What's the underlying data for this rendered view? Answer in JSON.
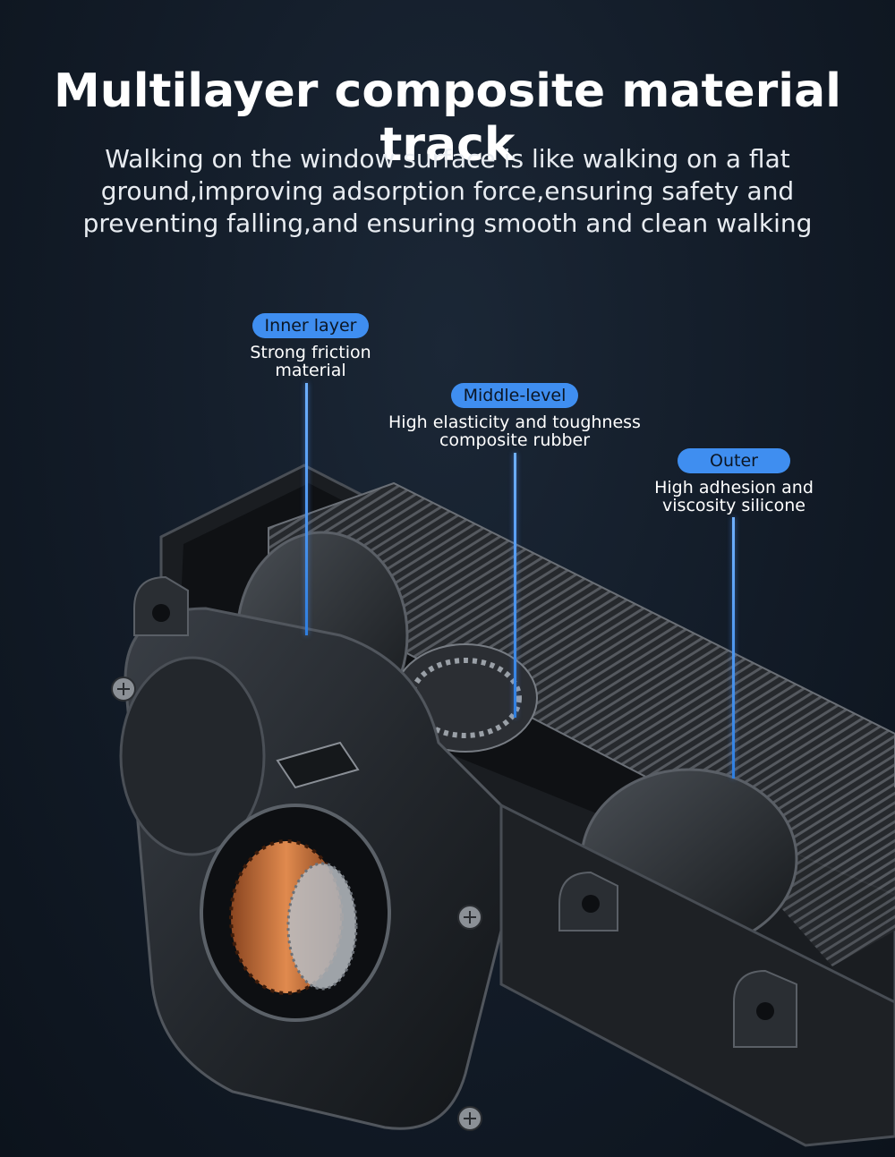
{
  "header": {
    "title": "Multilayer composite material track",
    "subtitle": "Walking on the window surface is like walking on a flat ground,improving adsorption force,ensuring safety and preventing falling,and ensuring smooth and clean walking"
  },
  "callouts": {
    "inner": {
      "tag": "Inner layer",
      "line1": "Strong friction",
      "line2": "material"
    },
    "middle": {
      "tag": "Middle-level",
      "line1": "High elasticity and toughness",
      "line2": "composite rubber"
    },
    "outer": {
      "tag": "Outer",
      "line1": "High adhesion and",
      "line2": "viscosity silicone"
    }
  },
  "colors": {
    "background": "#121b27",
    "accent": "#3f8ef0",
    "text": "#ffffff",
    "copper": "#c8703a"
  }
}
